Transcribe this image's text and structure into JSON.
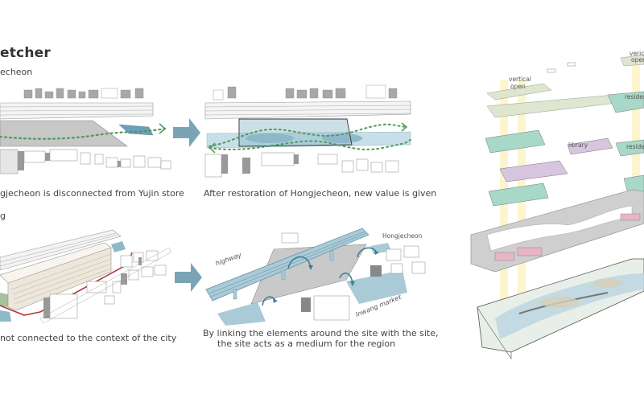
{
  "header": {
    "title": "etcher",
    "section_1": "echeon",
    "section_2": "g"
  },
  "panels": {
    "top_left": {
      "caption": "gjecheon is disconnected from Yujin store"
    },
    "top_right": {
      "caption": "After restoration of Hongjecheon, new value is given"
    },
    "bottom_left": {
      "caption": "not connected to the context of the city"
    },
    "bottom_right": {
      "caption_line1": "By linking the elements around the site with the site,",
      "caption_line2": "the site acts as a medium for the region",
      "labels": {
        "highway": "highway",
        "hongjecheon": "Hongjecheon",
        "market": "Inwang market"
      }
    }
  },
  "exploded_axon": {
    "labels": {
      "vertical_open_left_1": "vertical",
      "vertical_open_left_2": "open",
      "vertical_open_right_1": "verica",
      "vertical_open_right_2": "open",
      "residence_1": "residen",
      "residence_2": "residen",
      "library": "library"
    }
  },
  "colors": {
    "water": "#8fb9c9",
    "water_dark": "#5f97ad",
    "arrow": "#7aa4b5",
    "path_green": "#4f9a5c",
    "path_red": "#b3363b",
    "plaza": "#c9c9c9",
    "building_shadow": "#9c9c9c",
    "residence": "#a8d8c8",
    "library": "#d8c5e0",
    "commercial": "#e8b5c8",
    "void": "#fbf3c4",
    "landscape": "#dfe6cf"
  },
  "icons": {
    "flow_arrow": "right-arrow-icon"
  }
}
